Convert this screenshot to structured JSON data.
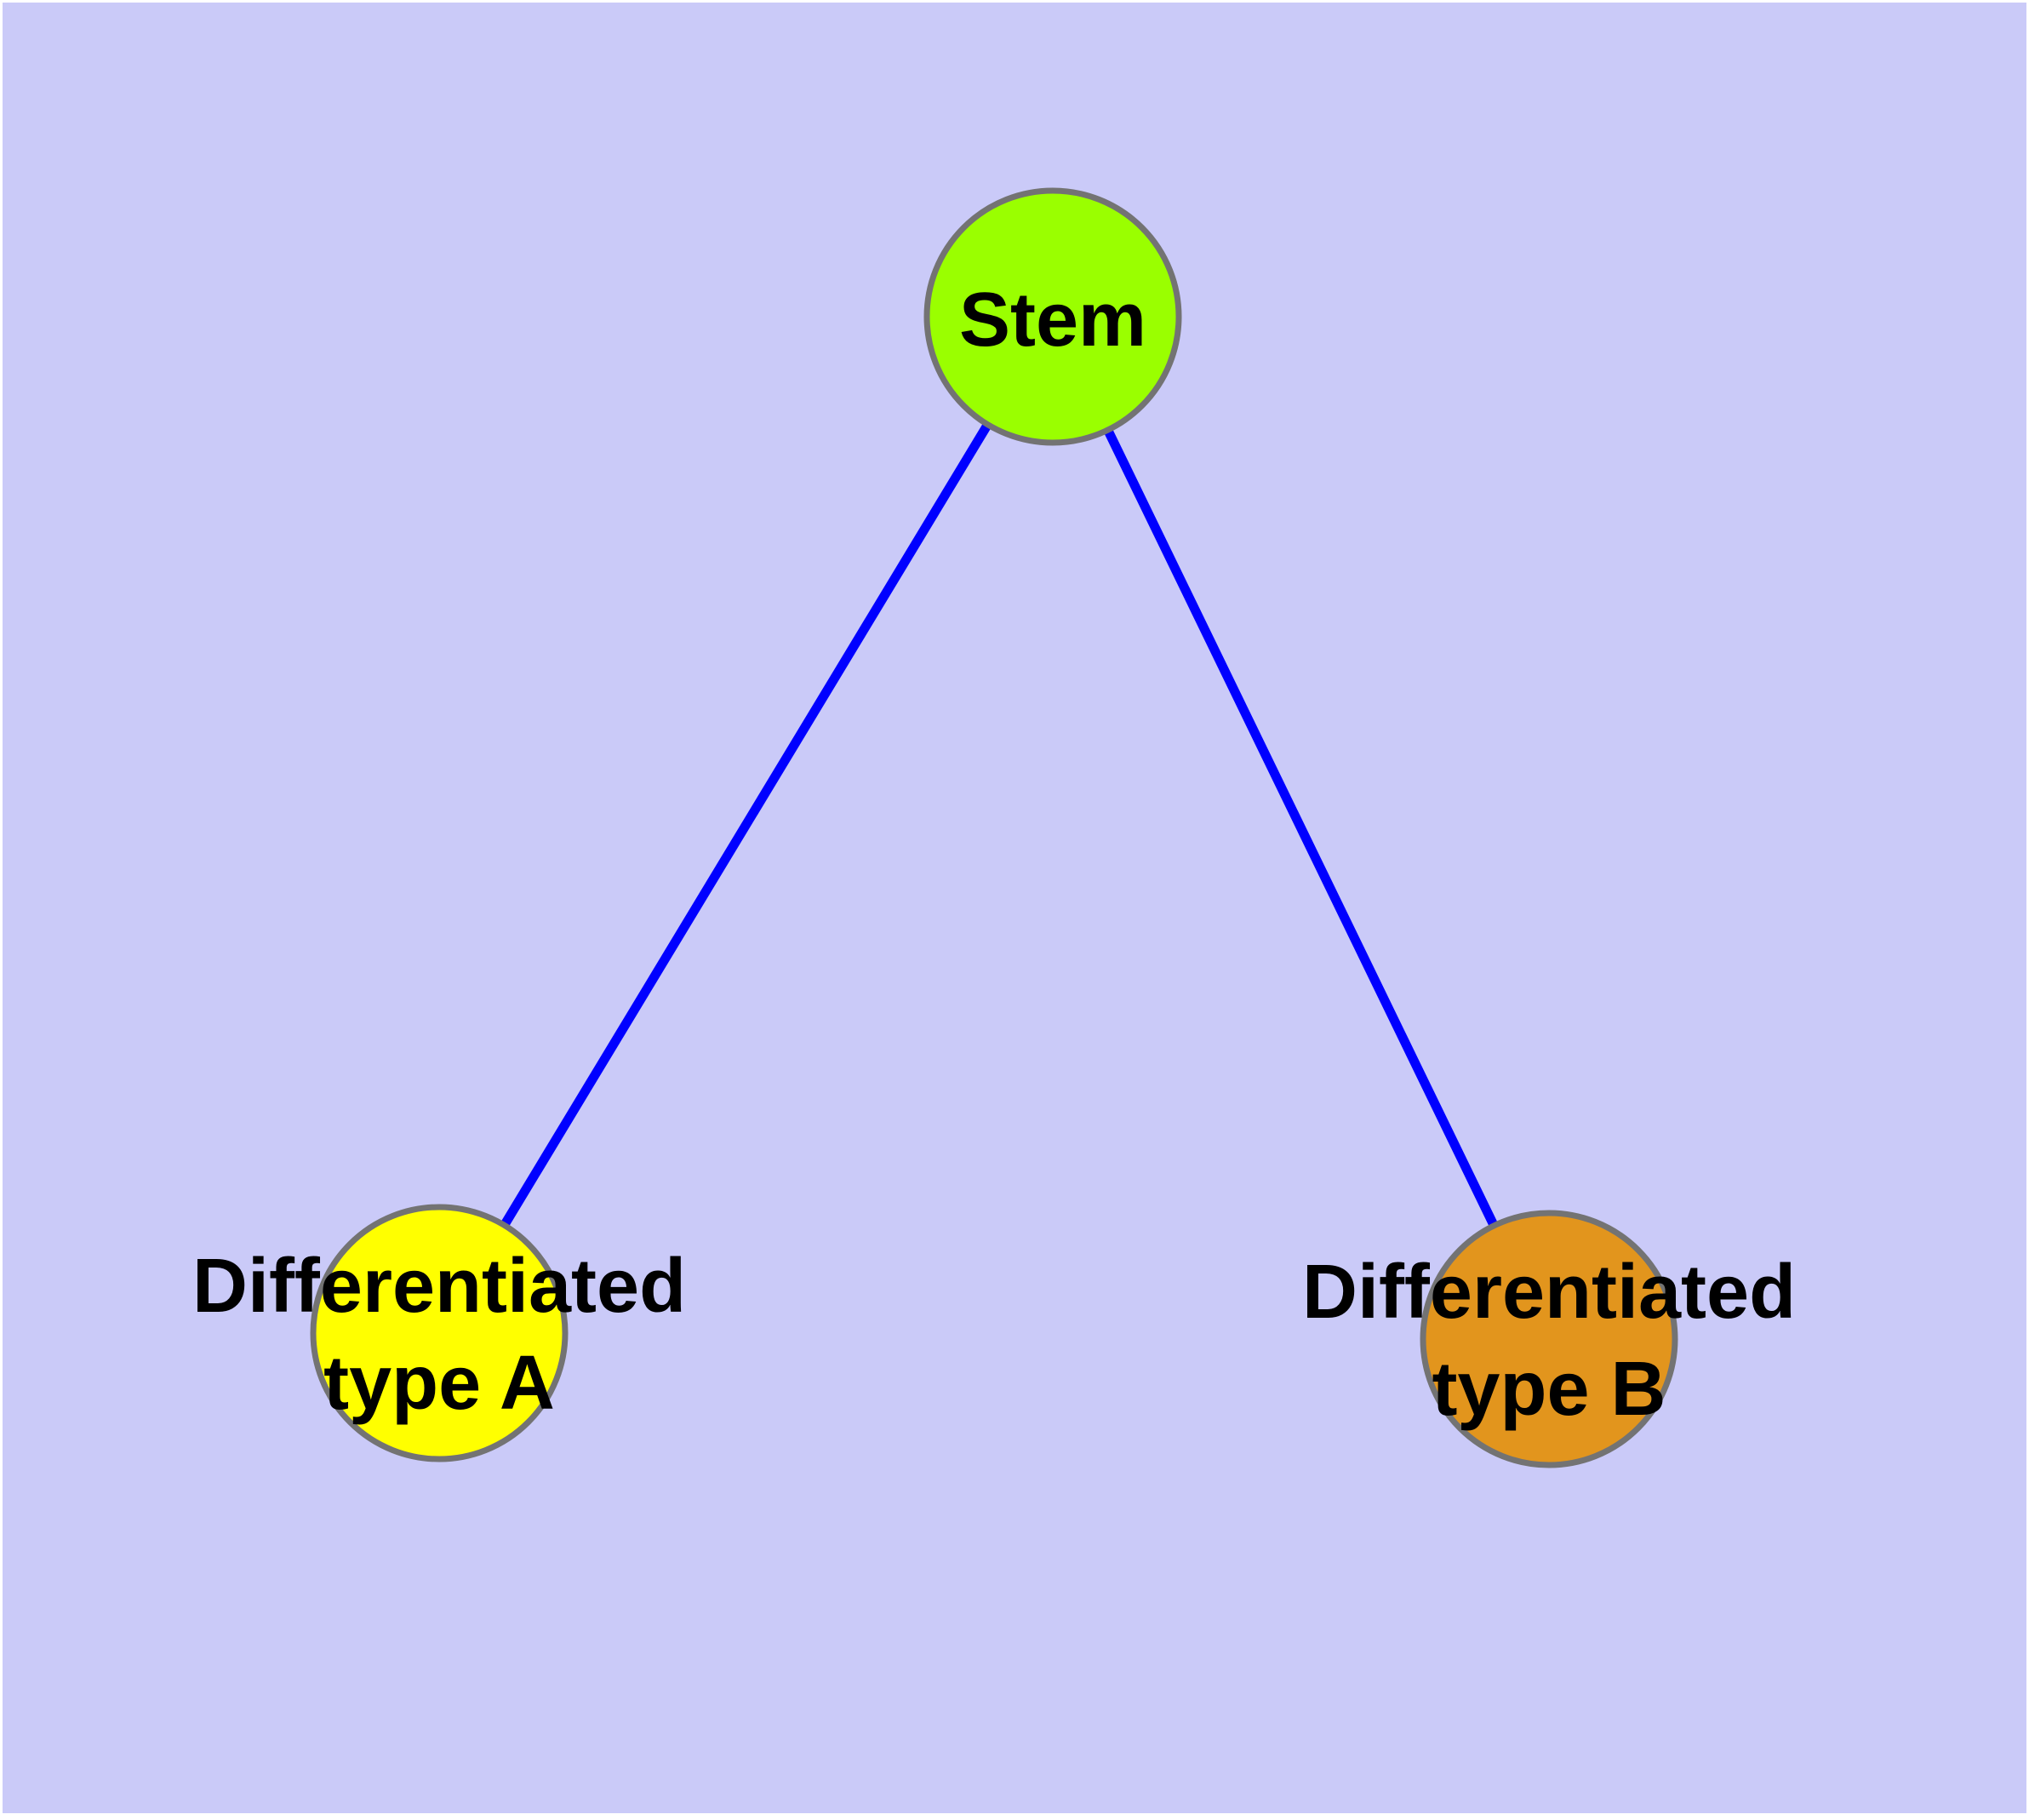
{
  "diagram": {
    "background_color": "#cacaf8",
    "page_border_color": "#ffffff",
    "edge_color": "#0000ff",
    "node_border_color": "#737373",
    "nodes": {
      "stem": {
        "label": "Stem",
        "color": "#9aff00"
      },
      "typeA": {
        "label_line1": "Differentiated",
        "label_line2": "type A",
        "color": "#ffff00"
      },
      "typeB": {
        "label_line1": "Differentiated",
        "label_line2": "type B",
        "color": "#e2951d"
      }
    },
    "edges": [
      {
        "from": "Stem",
        "to": "Differentiated type A"
      },
      {
        "from": "Stem",
        "to": "Differentiated type B"
      }
    ]
  }
}
